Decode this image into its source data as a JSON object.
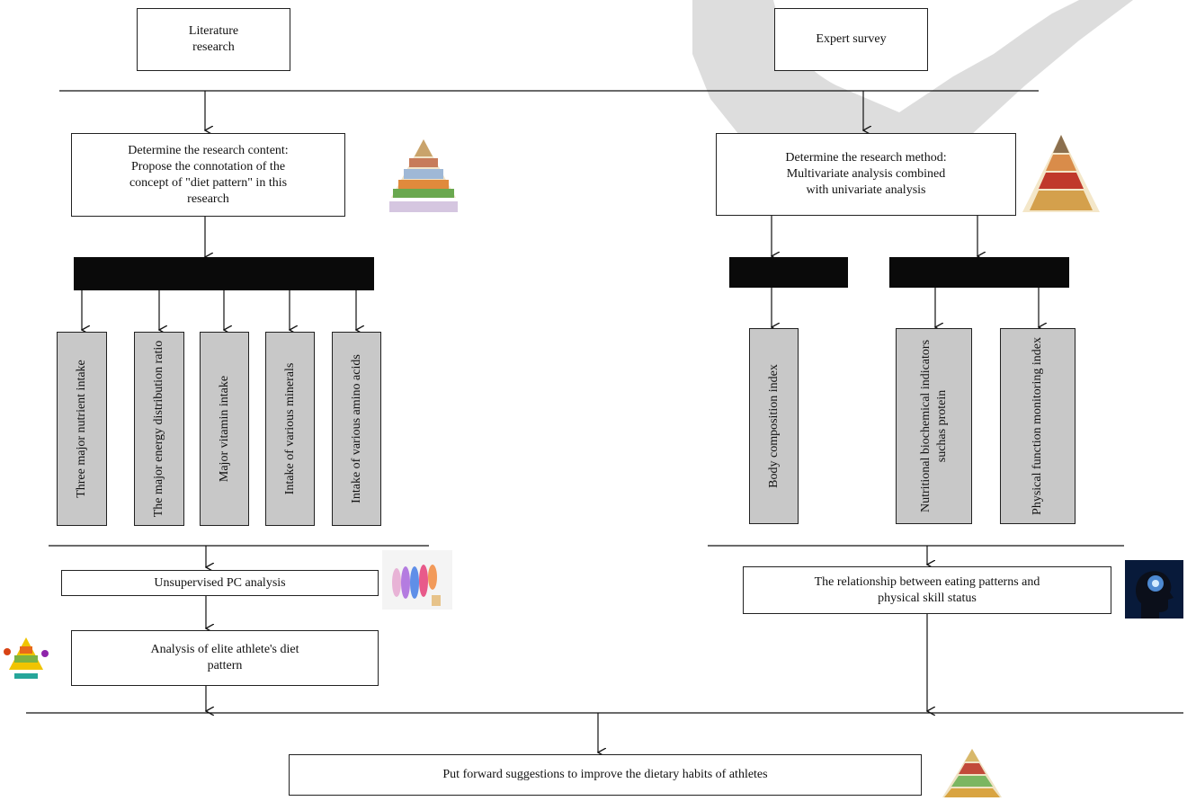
{
  "top": {
    "literature_line1": "Literature",
    "literature_line2": "research",
    "expert": "Expert survey"
  },
  "left": {
    "content_lines": [
      "Determine the research content:",
      "Propose the connotation of the",
      "concept of \"diet pattern\" in this",
      "research"
    ],
    "columns": [
      "Three major nutrient intake",
      "The major energy distribution ratio",
      "Major vitamin intake",
      "Intake of various minerals",
      "Intake of various amino acids"
    ],
    "pc": "Unsupervised PC analysis",
    "elite_line1": "Analysis of elite athlete's diet",
    "elite_line2": "pattern"
  },
  "right": {
    "method_lines": [
      "Determine the research method:",
      "Multivariate analysis combined",
      "with univariate analysis"
    ],
    "columns": [
      "Body composition index",
      "Nutritional biochemical indicators suchas protein",
      "Physical function monitoring index"
    ],
    "relationship_line1": "The relationship between eating patterns and",
    "relationship_line2": "physical skill status"
  },
  "bottom": {
    "suggestion": "Put forward suggestions to improve the dietary habits of athletes"
  },
  "icons": {
    "pyramid_left": "food-pyramid-icon",
    "pyramid_right": "food-pyramid-icon",
    "pc_image": "colorful-pca-icon",
    "keto": "keto-diet-pyramid-icon",
    "brain": "brain-head-icon",
    "pyramid_bottom": "food-pyramid-icon"
  },
  "colors": {
    "box_fill": "#c8c8c8",
    "bar": "#0a0a0a",
    "watermark": "#d6d6d6"
  }
}
